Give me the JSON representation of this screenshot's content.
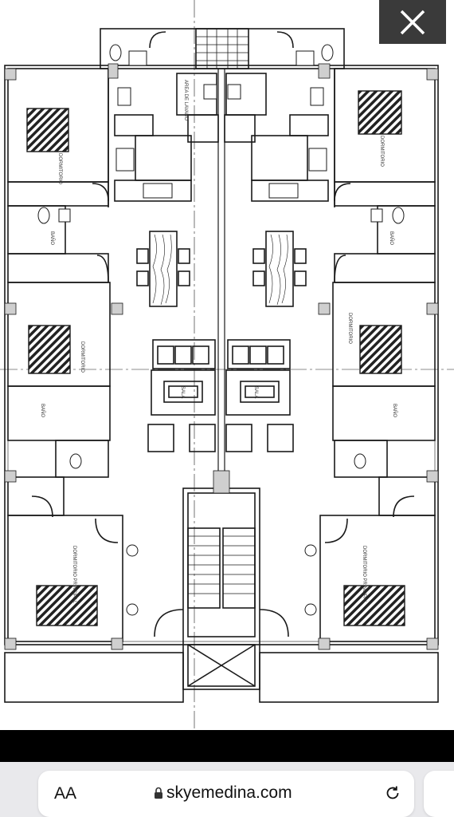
{
  "floorplan": {
    "labels": {
      "laundry": "AREA DE LAVADO",
      "bedroom": "DORMITORIO",
      "bath": "BAÑO",
      "living": "SALA",
      "master_bedroom": "DORMITORIO PRINCIPAL"
    }
  },
  "close_button": {
    "icon": "close-icon"
  },
  "browser": {
    "text_size_label": "AA",
    "url": "skyemedina.com",
    "lock_icon": "lock-icon",
    "reload_icon": "reload-icon"
  }
}
